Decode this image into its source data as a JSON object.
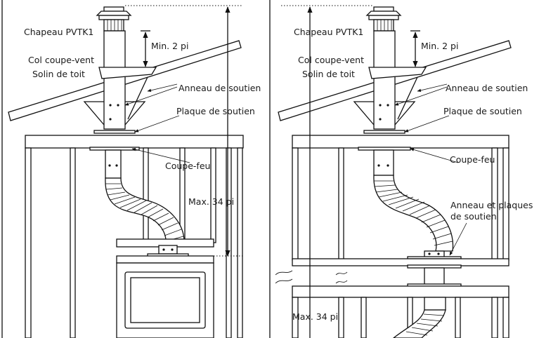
{
  "left_diagram": {
    "cap_label": "Chapeau PVTK1",
    "min_label": "Min. 2 pi",
    "storm_collar_label": "Col coupe-vent",
    "flashing_label": "Solin de toit",
    "support_ring_label": "Anneau de soutien",
    "support_plate_label": "Plaque de soutien",
    "firestop_label": "Coupe-feu",
    "max_label": "Max. 34 pi"
  },
  "right_diagram": {
    "cap_label": "Chapeau PVTK1",
    "min_label": "Min. 2 pi",
    "storm_collar_label": "Col coupe-vent",
    "flashing_label": "Solin de toit",
    "support_ring_label": "Anneau de soutien",
    "support_plate_label": "Plaque de soutien",
    "firestop_label": "Coupe-feu",
    "ring_plates_label_line1": "Anneau et plaques",
    "ring_plates_label_line2": "de soutien",
    "max_label": "Max. 34 pi"
  }
}
